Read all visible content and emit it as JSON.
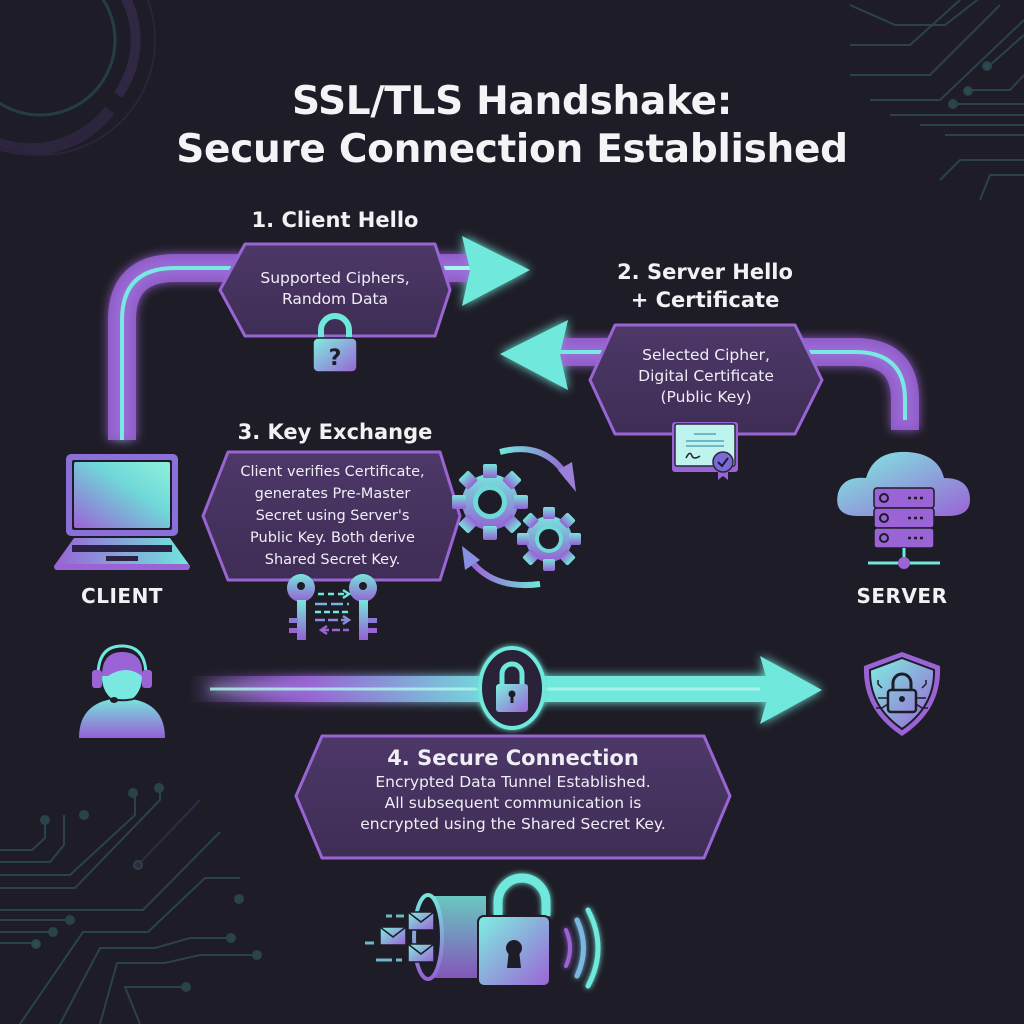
{
  "header": {
    "title_line1": "SSL/TLS Handshake:",
    "title_line2": "Secure Connection Established"
  },
  "colors": {
    "background": "#1e1c26",
    "purple": "#9a63d6",
    "purple_dark": "#4a3560",
    "cyan": "#6fe8dc",
    "hex_fill": "#45335e",
    "hex_border": "#9865d3",
    "text": "#f2f2f4"
  },
  "nodes": {
    "client": {
      "label": "CLIENT",
      "icon": "laptop-icon",
      "avatar_icon": "user-headset-icon"
    },
    "server": {
      "label": "SERVER",
      "icon": "cloud-server-icon",
      "badge_icon": "shield-lock-icon"
    }
  },
  "steps": [
    {
      "number": "1",
      "title": "1. Client Hello",
      "lines": [
        "Supported Ciphers,",
        "Random Data"
      ],
      "icon": "padlock-question-icon",
      "direction": "client-to-server"
    },
    {
      "number": "2",
      "title_line1": "2. Server Hello",
      "title_line2": "+ Certificate",
      "lines": [
        "Selected Cipher,",
        "Digital Certificate",
        "(Public Key)"
      ],
      "icon": "certificate-icon",
      "direction": "server-to-client"
    },
    {
      "number": "3",
      "title": "3. Key Exchange",
      "lines": [
        "Client verifies Certificate,",
        "generates Pre-Master",
        "Secret using Server's",
        "Public Key. Both derive",
        "Shared Secret Key."
      ],
      "icons": [
        "keys-exchange-icon",
        "gears-icon"
      ]
    },
    {
      "number": "4",
      "title": "4. Secure Connection",
      "lines": [
        "Encrypted Data Tunnel Established.",
        "All subsequent communication is",
        "encrypted using the Shared Secret Key."
      ],
      "icons": [
        "tunnel-padlock-icon",
        "encrypted-tunnel-icon"
      ],
      "direction": "client-to-server"
    }
  ]
}
